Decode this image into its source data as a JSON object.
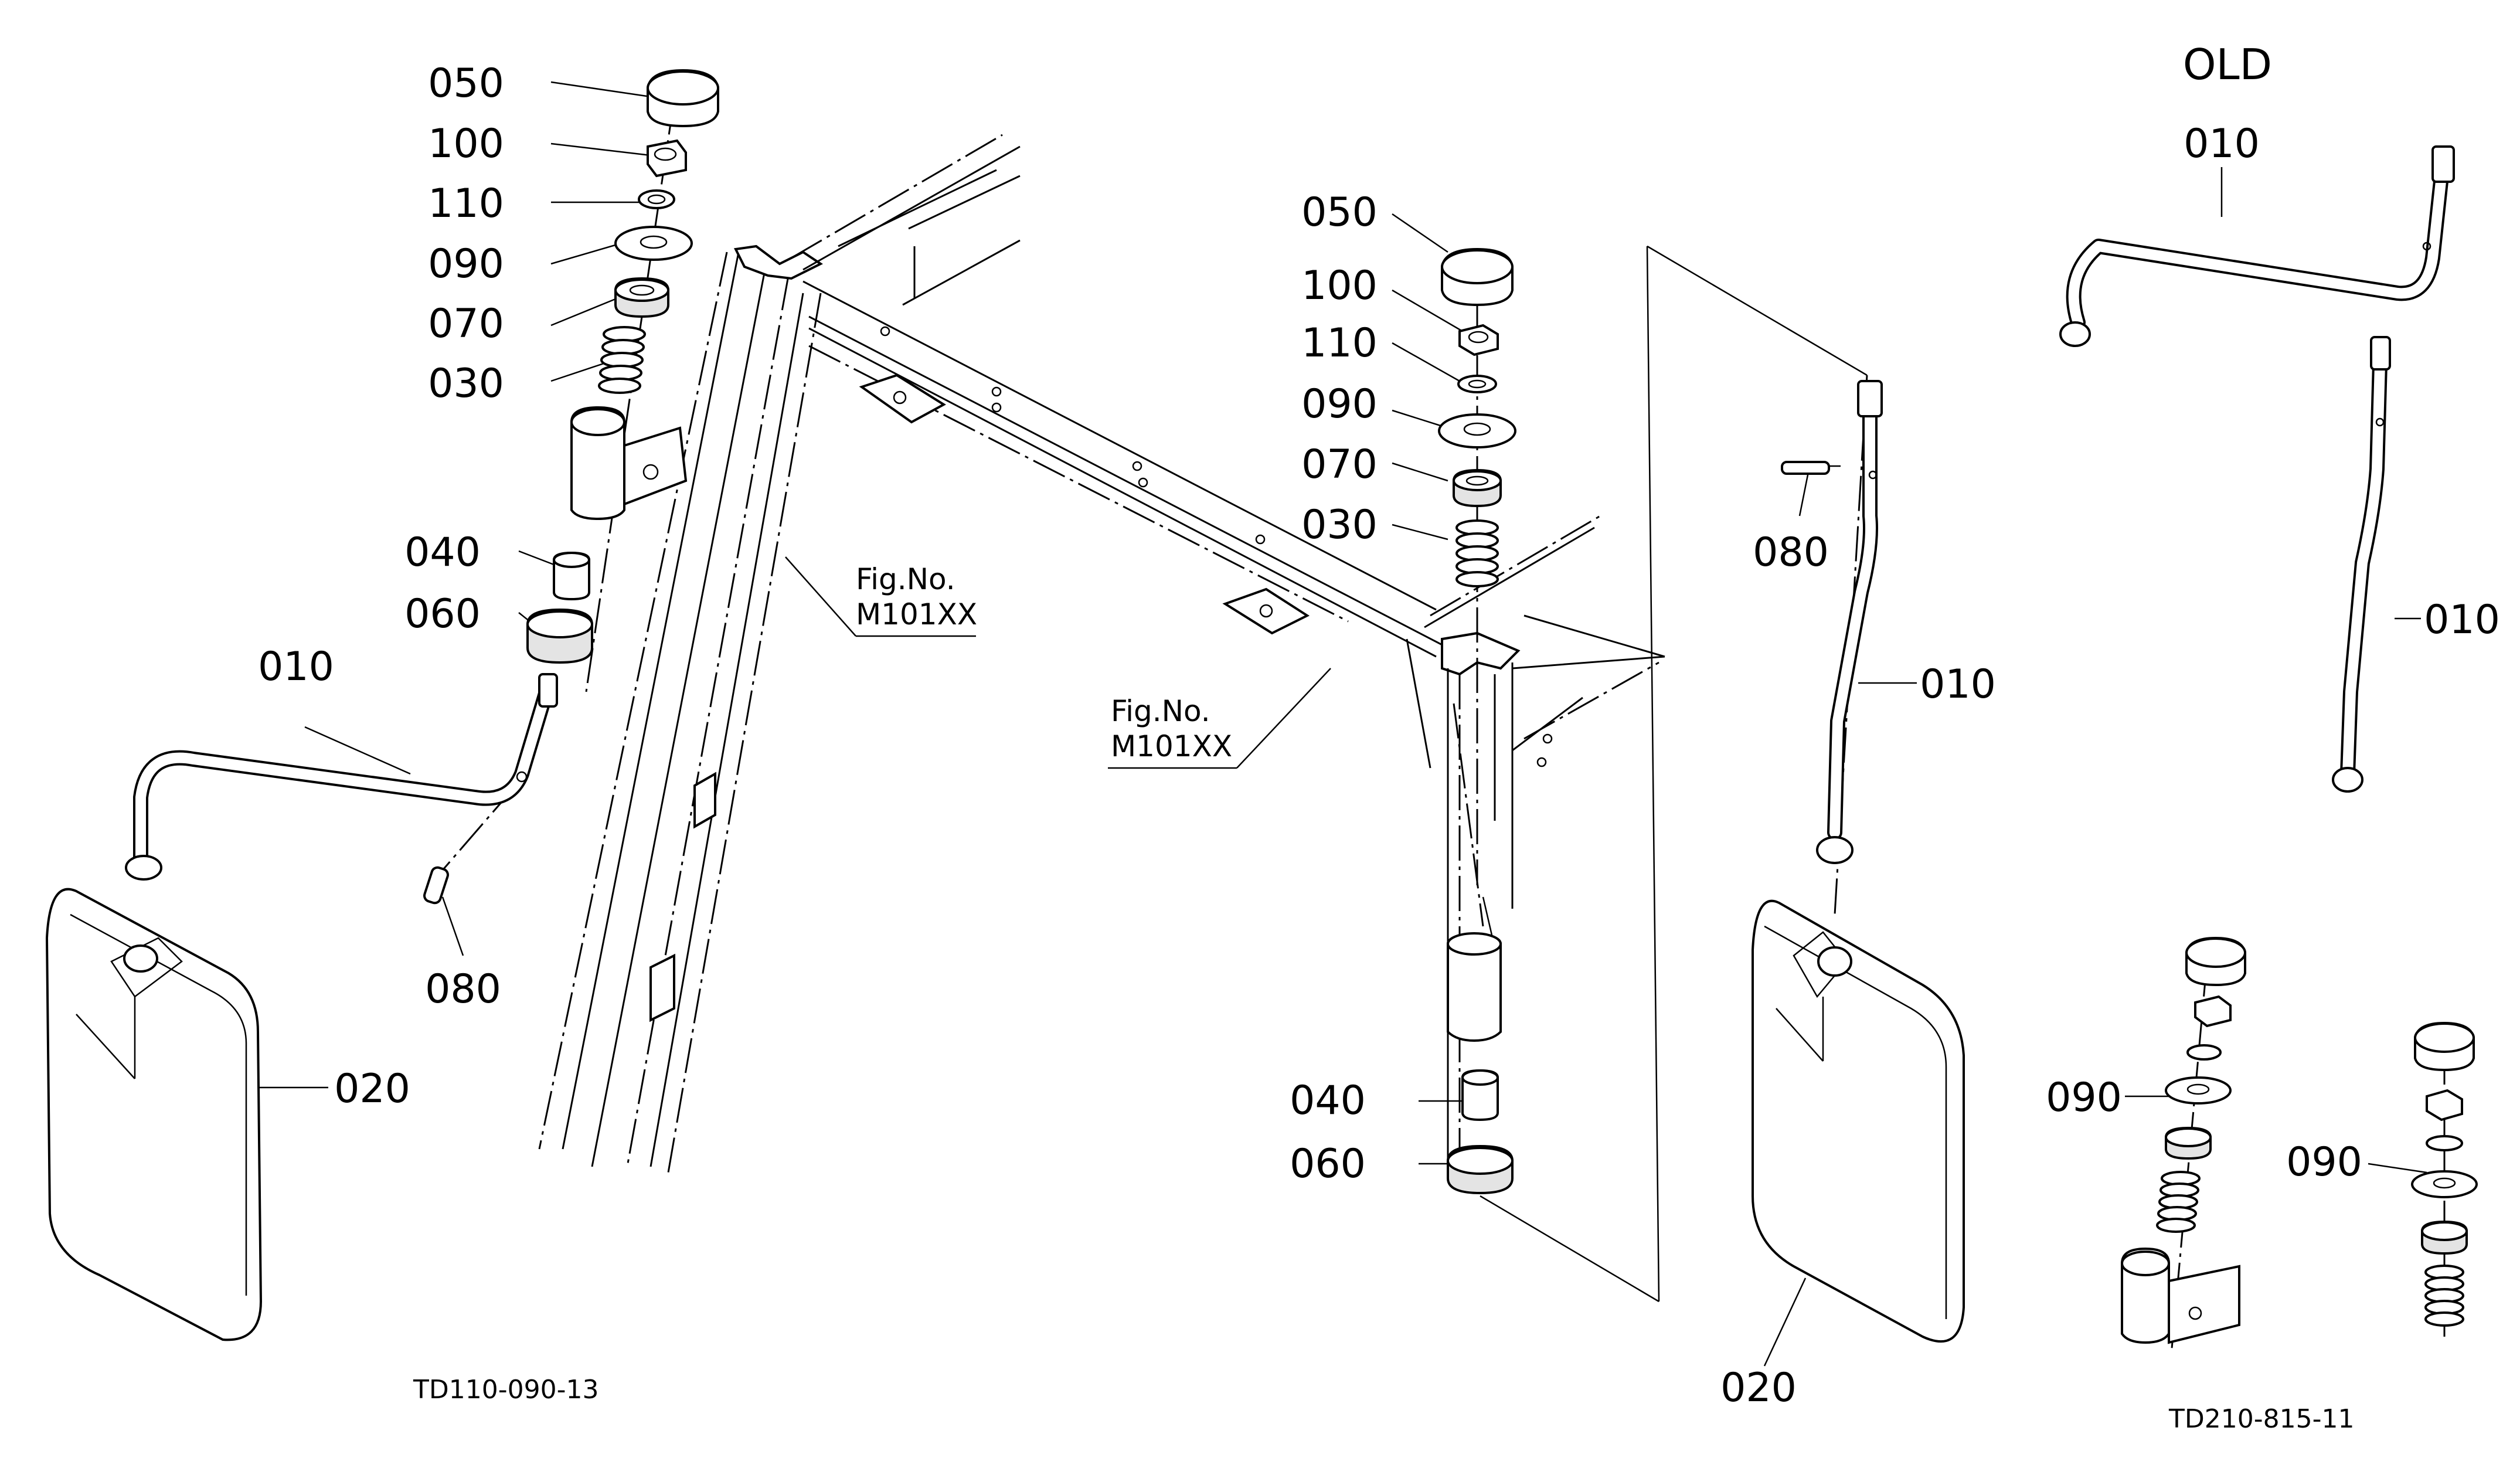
{
  "diagram": {
    "header": "OLD",
    "left_assembly": {
      "labels": [
        "050",
        "100",
        "110",
        "090",
        "070",
        "030",
        "040",
        "060",
        "010",
        "080",
        "020"
      ],
      "fig_ref": {
        "line1": "Fig.No.",
        "line2": "M101XX"
      }
    },
    "center_assembly": {
      "labels": [
        "050",
        "100",
        "110",
        "090",
        "070",
        "030",
        "040",
        "060"
      ],
      "fig_ref": {
        "line1": "Fig.No.",
        "line2": "M101XX"
      }
    },
    "right_assembly": {
      "labels": [
        "080",
        "010",
        "020"
      ]
    },
    "old_parts": {
      "labels": [
        "010",
        "010",
        "090",
        "090"
      ]
    },
    "codes": {
      "left": "TD110-090-13",
      "right": "TD210-815-11"
    }
  }
}
